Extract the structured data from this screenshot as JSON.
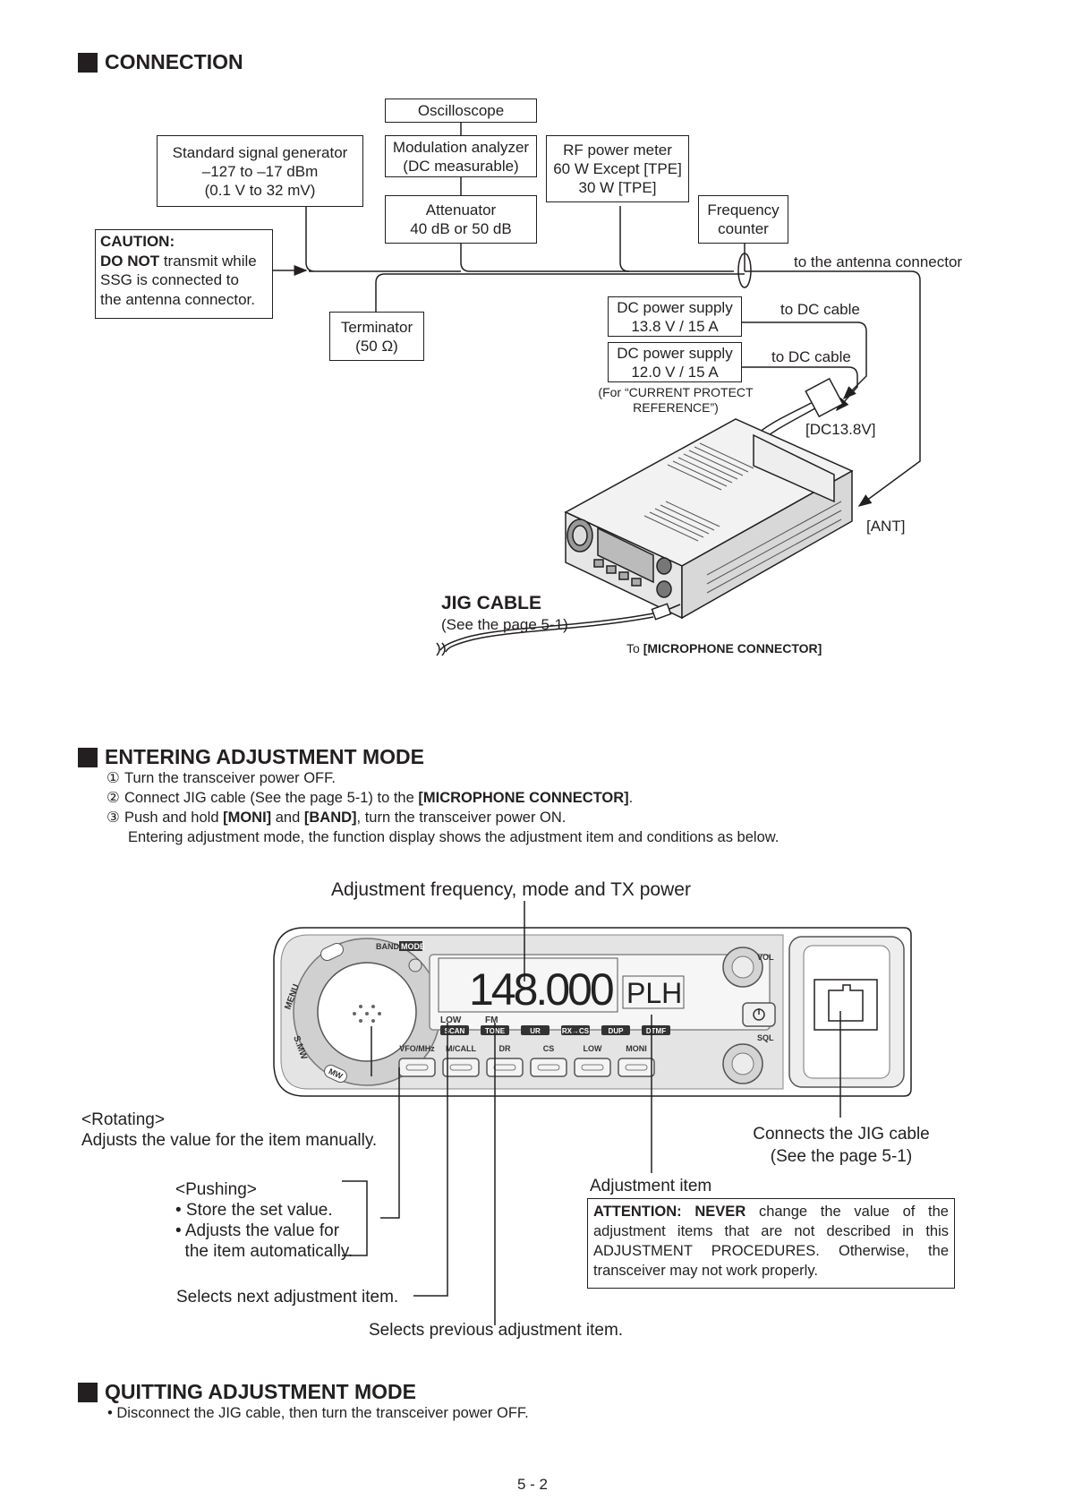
{
  "connection": {
    "title": "CONNECTION",
    "oscilloscope": "Oscilloscope",
    "modulation_analyzer": [
      "Modulation analyzer",
      "(DC measurable)"
    ],
    "attenuator": [
      "Attenuator",
      "40 dB or 50 dB"
    ],
    "rf_power_meter": [
      "RF power meter",
      "60 W Except [TPE]",
      "30 W [TPE]"
    ],
    "frequency_counter": [
      "Frequency",
      "counter"
    ],
    "ssg": [
      "Standard signal generator",
      "–127 to –17 dBm",
      "(0.1 V to 32 mV)"
    ],
    "caution": {
      "heading": "CAUTION:",
      "do_not": "DO NOT",
      "rest1": " transmit while",
      "line2": "SSG is connected to",
      "line3": "the antenna connector."
    },
    "terminator": [
      "Terminator",
      "(50 Ω)"
    ],
    "to_antenna": "to the antenna connector",
    "dc_supply_1": [
      "DC power supply",
      "13.8 V / 15 A"
    ],
    "dc_supply_2": [
      "DC power supply",
      "12.0 V / 15 A"
    ],
    "to_dc_cable_1": "to DC cable",
    "to_dc_cable_2": "to DC cable",
    "current_protect": [
      "(For “CURRENT PROTECT",
      "REFERENCE”)"
    ],
    "dc138": "[DC13.8V]",
    "ant": "[ANT]",
    "jig_cable": "JIG CABLE",
    "jig_see": "(See the page 5-1)",
    "to_prefix": "To ",
    "microphone_connector": "[MICROPHONE CONNECTOR]"
  },
  "entering": {
    "title": "ENTERING ADJUSTMENT MODE",
    "steps": [
      {
        "num": "①",
        "parts": [
          {
            "t": "Turn the transceiver power OFF.",
            "b": false
          }
        ]
      },
      {
        "num": "②",
        "parts": [
          {
            "t": "Connect JIG cable (See the page 5-1) to the ",
            "b": false
          },
          {
            "t": "[MICROPHONE CONNECTOR]",
            "b": true
          },
          {
            "t": ".",
            "b": false
          }
        ]
      },
      {
        "num": "③",
        "parts": [
          {
            "t": "Push and hold ",
            "b": false
          },
          {
            "t": "[MONI]",
            "b": true
          },
          {
            "t": " and ",
            "b": false
          },
          {
            "t": "[BAND]",
            "b": true
          },
          {
            "t": ", turn the transceiver power ON.",
            "b": false
          }
        ]
      }
    ],
    "step_note": "Entering adjustment mode, the function display shows the adjustment item and conditions as below.",
    "fig_label_top": "Adjustment frequency, mode and TX power",
    "rotating": "<Rotating>",
    "rotating_desc": "Adjusts the value for the item manually.",
    "pushing": "<Pushing>",
    "pushing_items": [
      "• Store the set value.",
      "• Adjusts the value for",
      "  the item automatically."
    ],
    "selects_next": "Selects next adjustment item.",
    "selects_prev": "Selects previous adjustment item.",
    "adjustment_item": "Adjustment item",
    "connects_jig": [
      "Connects the JIG cable",
      "(See the page 5-1)"
    ],
    "attention_bold": "ATTENTION: NEVER",
    "attention_text": " change the value of the adjustment items that are not described in this ADJUSTMENT PROCEDURES. Otherwise, the transceiver may not work properly.",
    "radio": {
      "freq": "148.000",
      "mode_text": "PLH",
      "low": "LOW",
      "fm": "FM",
      "indicators": [
        "SCAN",
        "TONE",
        "UR",
        "RX→CS",
        "DUP",
        "DTMF"
      ],
      "buttons": [
        "VFO/MHz",
        "M/CALL",
        "DR",
        "CS",
        "LOW",
        "MONI"
      ],
      "band": "BAND",
      "mode": "MODE",
      "vol": "VOL",
      "sql": "SQL",
      "menu": "MENU",
      "smw": "S.MW",
      "mw": "MW"
    }
  },
  "quitting": {
    "title": "QUITTING ADJUSTMENT MODE",
    "text": "• Disconnect the JIG cable, then turn the transceiver power OFF."
  },
  "page_number": "5 - 2"
}
